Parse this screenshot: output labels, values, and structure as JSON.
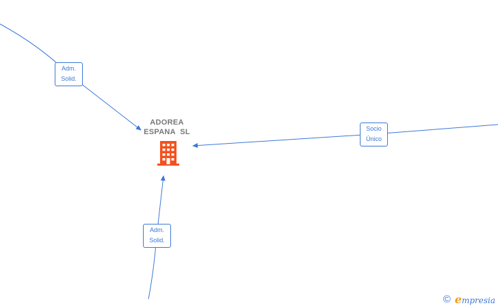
{
  "company": {
    "name_line1": "ADOREA",
    "name_line2": "ESPANA  SL",
    "icon": "building-icon"
  },
  "edges": [
    {
      "id": "adm-top",
      "line1": "Adm.",
      "line2": "Solid."
    },
    {
      "id": "socio",
      "line1": "Socio",
      "line2": "Único"
    },
    {
      "id": "adm-bottom",
      "line1": "Adm.",
      "line2": "Solid."
    }
  ],
  "footer": {
    "copyright": "©",
    "brand_first": "e",
    "brand_rest": "mpresia"
  },
  "colors": {
    "edge": "#3b78d8",
    "company_icon": "#f4511e",
    "company_text": "#777777",
    "brand_accent": "#f39c12"
  }
}
